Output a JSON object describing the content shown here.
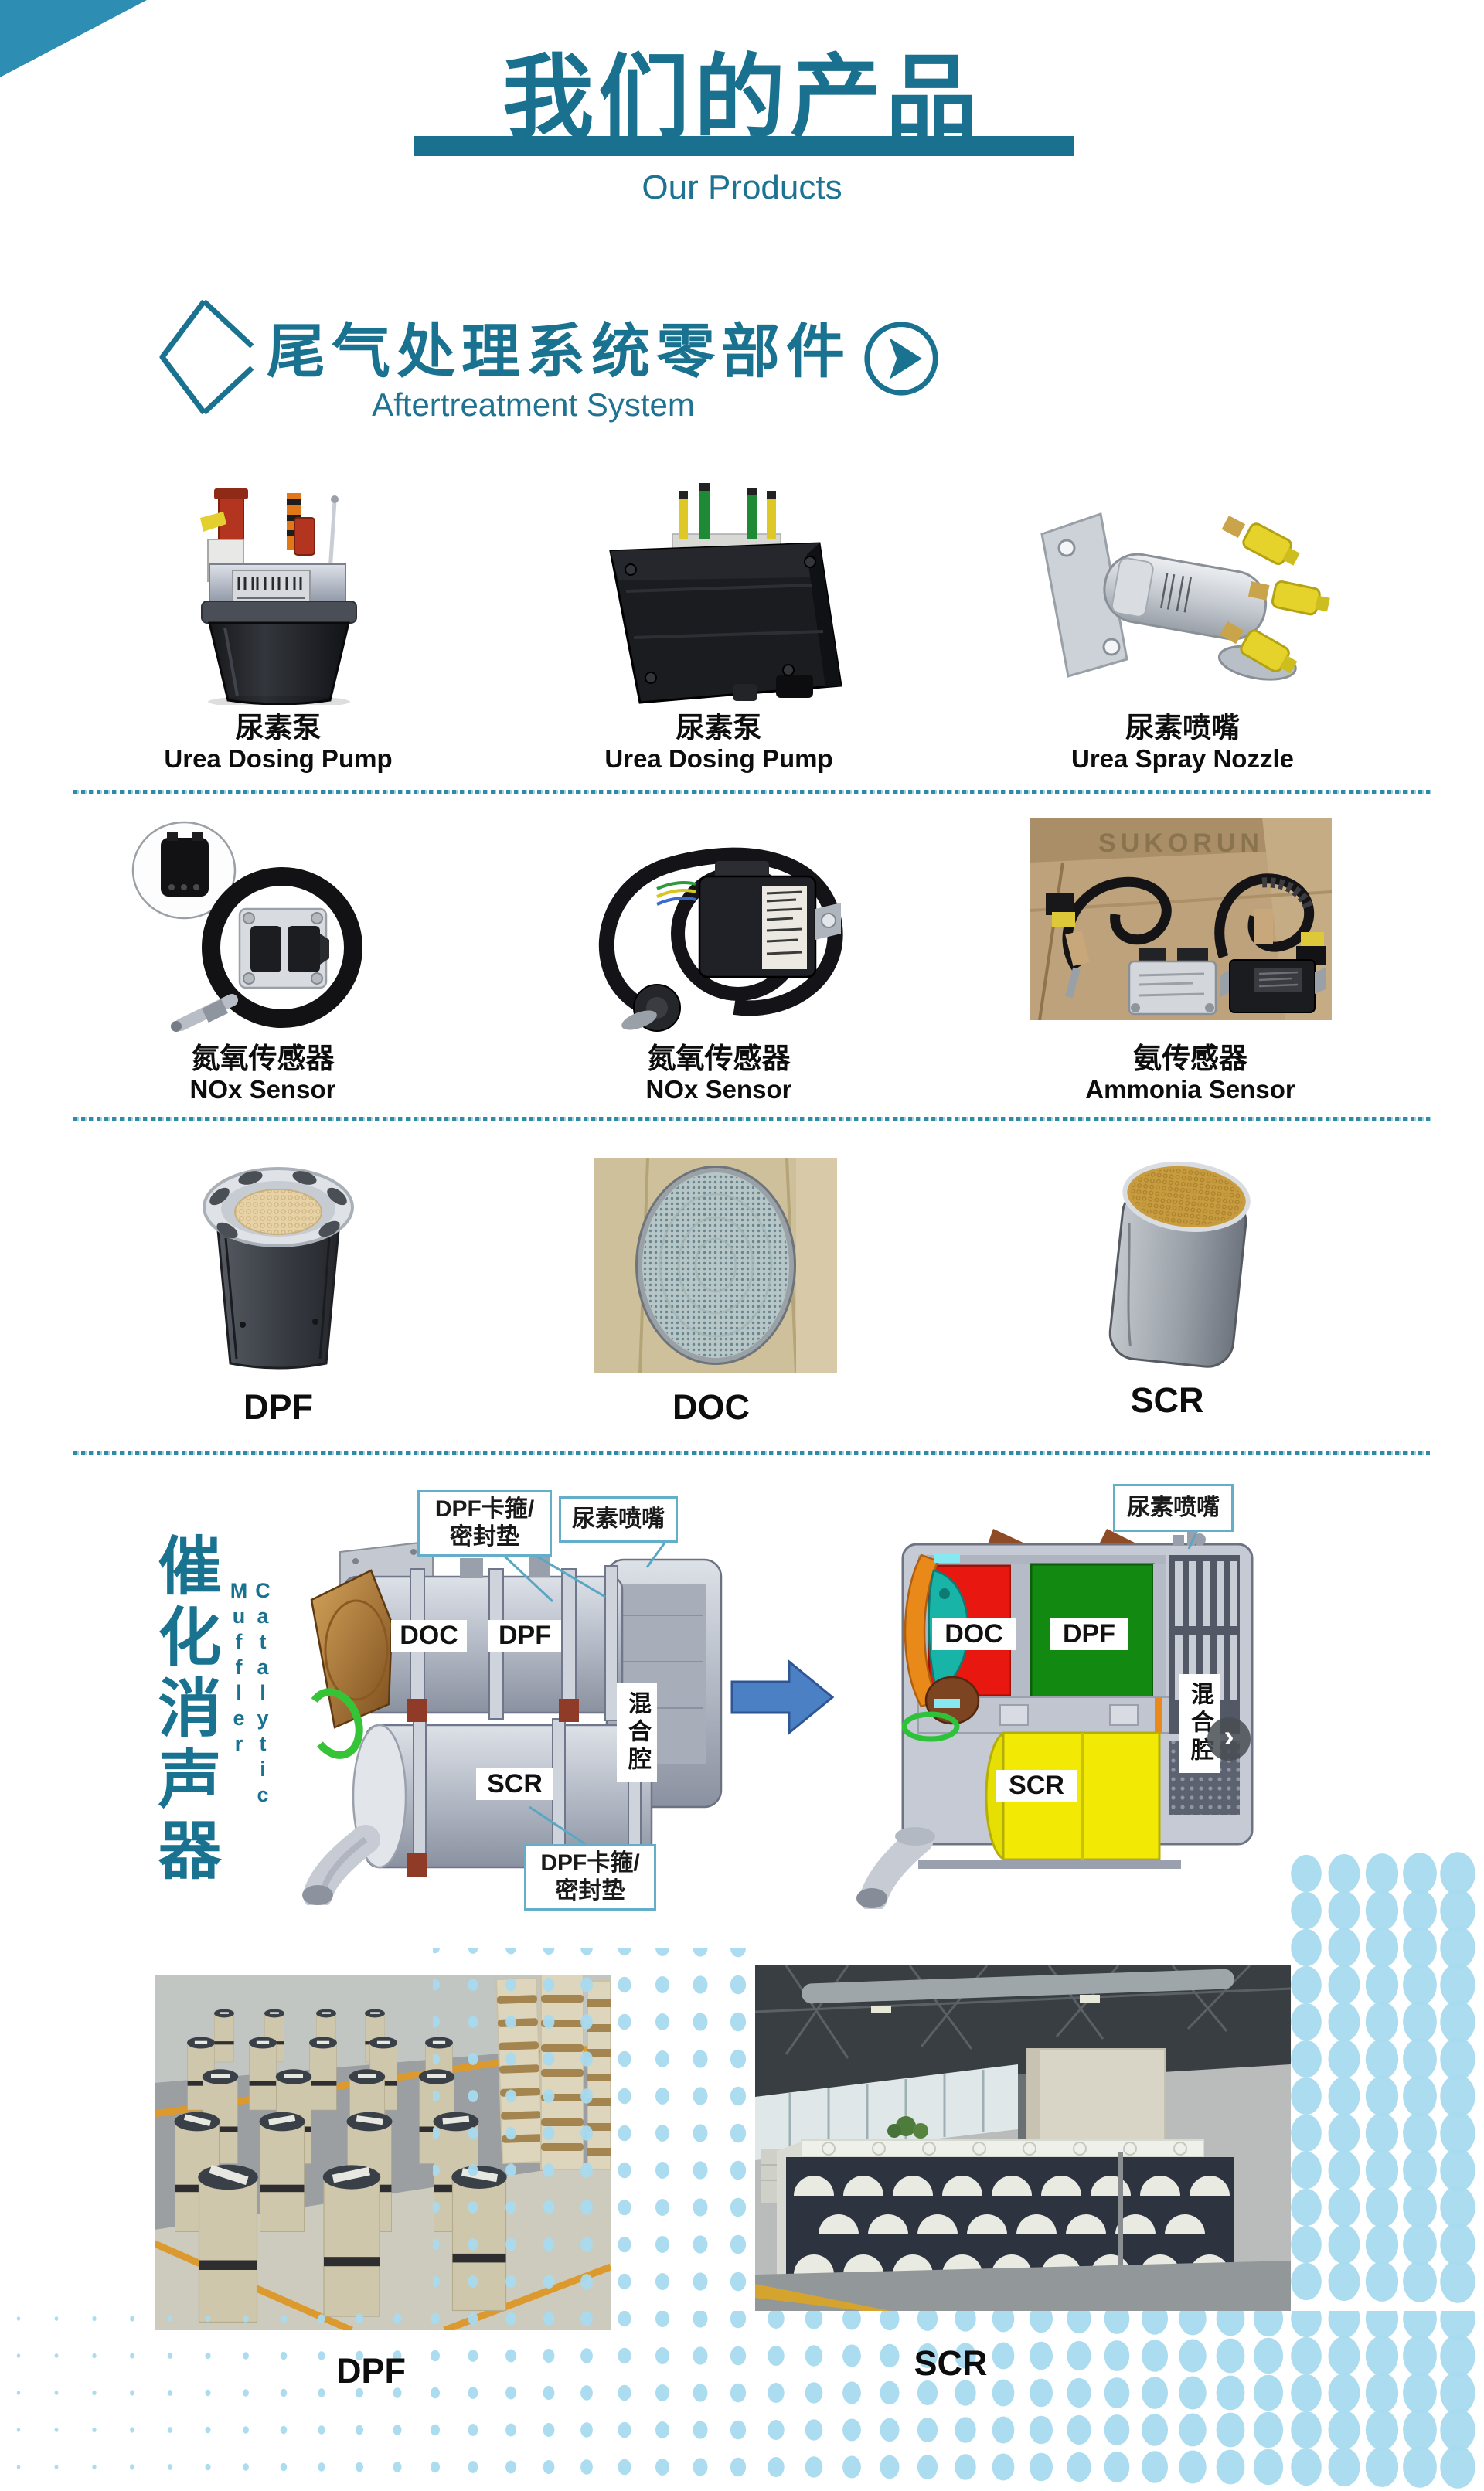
{
  "colors": {
    "accent": "#1a7291",
    "title_bar": "#19708f",
    "corner": "#2e8db2",
    "dot": "#a8daee",
    "doc_red": "#e81710",
    "dpf_green": "#128a12",
    "scr_yellow": "#f2ea05",
    "arrow_blue": "#4c80c4"
  },
  "header": {
    "title_cn": "我们的产品",
    "title_en": "Our Products"
  },
  "section_aftertreatment": {
    "heading_cn": "尾气处理系统零部件",
    "heading_en": "Aftertreatment System"
  },
  "products": {
    "row1": [
      {
        "cn": "尿素泵",
        "en": "Urea Dosing Pump"
      },
      {
        "cn": "尿素泵",
        "en": "Urea Dosing Pump"
      },
      {
        "cn": "尿素喷嘴",
        "en": "Urea Spray Nozzle"
      }
    ],
    "row2": [
      {
        "cn": "氮氧传感器",
        "en": "NOx Sensor"
      },
      {
        "cn": "氮氧传感器",
        "en": "NOx Sensor"
      },
      {
        "cn": "氨传感器",
        "en": "Ammonia Sensor"
      }
    ],
    "row3": [
      {
        "en": "DPF"
      },
      {
        "en": "DOC"
      },
      {
        "en": "SCR"
      }
    ]
  },
  "photo_watermarks": {
    "ammonia_sensor": "SUKORUN"
  },
  "muffler": {
    "heading_cn": "催化消声器",
    "heading_en": "Catalytic Muffler",
    "left_diagram": {
      "callout_top1_line1": "DPF卡箍/",
      "callout_top1_line2": "密封垫",
      "callout_top2": "尿素喷嘴",
      "label_doc": "DOC",
      "label_dpf": "DPF",
      "label_scr": "SCR",
      "label_mixing": "混合腔",
      "callout_bottom_line1": "DPF卡箍/",
      "callout_bottom_line2": "密封垫"
    },
    "right_diagram": {
      "callout": "尿素喷嘴",
      "label_doc": "DOC",
      "label_dpf": "DPF",
      "label_scr": "SCR",
      "label_mixing": "混合腔"
    },
    "next_button": "›"
  },
  "factory": {
    "label_dpf": "DPF",
    "label_scr": "SCR"
  }
}
